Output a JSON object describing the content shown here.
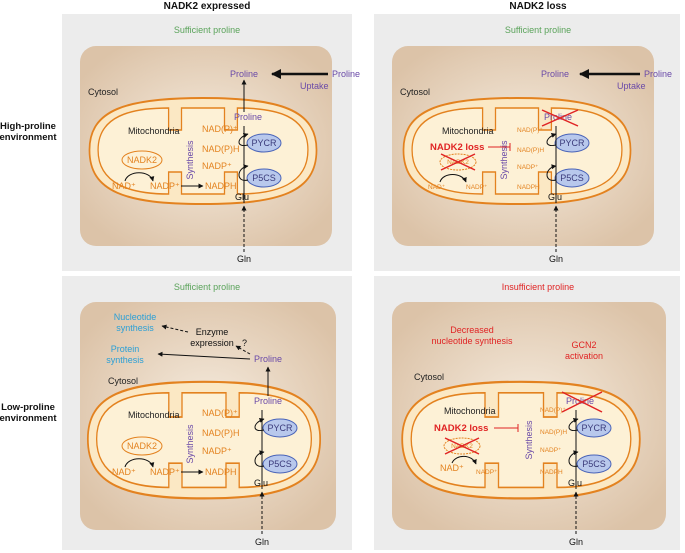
{
  "headers": {
    "left": "NADK2 expressed",
    "right": "NADK2 loss"
  },
  "rows": {
    "top": [
      "High-proline",
      "environment"
    ],
    "bottom": [
      "Low-proline",
      "environment"
    ]
  },
  "panels": {
    "p1": {
      "status": "Sufficient proline",
      "cytosol": "Cytosol",
      "mitochondria": "Mitochondria",
      "proline_out": "Proline",
      "proline_in": "Proline",
      "uptake": "Uptake",
      "proline_ext": "Proline",
      "synthesis": "Synthesis",
      "nadph_plus": "NAD(P)⁺",
      "nadph": "NAD(P)H",
      "nadp_plus": "NADP⁺",
      "nad_plus": "NAD⁺",
      "nadp_plus2": "NADP⁺",
      "nadph2": "NADPH",
      "nadk2": "NADK2",
      "pycr": "PYCR",
      "p5cs": "P5CS",
      "glu": "Glu",
      "gln": "Gln"
    },
    "p2": {
      "status": "Sufficient proline",
      "cytosol": "Cytosol",
      "mitochondria": "Mitochondria",
      "proline_out": "Proline",
      "proline_in": "Proline",
      "uptake": "Uptake",
      "proline_ext": "Proline",
      "synthesis": "Synthesis",
      "nadph_plus": "NAD(P)⁺",
      "nadph": "NAD(P)H",
      "nadp_plus": "NADP⁺",
      "nad_plus": "NAD⁺",
      "nadp_plus2": "NADP⁺",
      "nadph2": "NADPH",
      "nadk2": "NADK2",
      "loss": "NADK2 loss",
      "pycr": "PYCR",
      "p5cs": "P5CS",
      "glu": "Glu",
      "gln": "Gln"
    },
    "p3": {
      "status": "Sufficient proline",
      "cytosol": "Cytosol",
      "mitochondria": "Mitochondria",
      "nucleotide": [
        "Nucleotide",
        "synthesis"
      ],
      "protein": [
        "Protein",
        "synthesis"
      ],
      "enzyme": [
        "Enzyme",
        "expression"
      ],
      "question": "?",
      "proline_cyt": "Proline",
      "proline_in": "Proline",
      "synthesis": "Synthesis",
      "nadph_plus": "NAD(P)⁺",
      "nadph": "NAD(P)H",
      "nadp_plus": "NADP⁺",
      "nad_plus": "NAD⁺",
      "nadp_plus2": "NADP⁺",
      "nadph2": "NADPH",
      "nadk2": "NADK2",
      "pycr": "PYCR",
      "p5cs": "P5CS",
      "glu": "Glu",
      "gln": "Gln"
    },
    "p4": {
      "status": "Insufficient proline",
      "decreased": [
        "Decreased",
        "nucleotide synthesis"
      ],
      "gcn2": [
        "GCN2",
        "activation"
      ],
      "cytosol": "Cytosol",
      "mitochondria": "Mitochondria",
      "proline_in": "Proline",
      "synthesis": "Synthesis",
      "nadph_plus": "NAD(P)⁺",
      "nadph": "NAD(P)H",
      "nadp_plus": "NADP⁺",
      "nad_plus": "NAD⁺",
      "nadp_plus2": "NADP⁺",
      "nadph2": "NADPH",
      "nadk2": "NADK2",
      "loss": "NADK2 loss",
      "pycr": "PYCR",
      "p5cs": "P5CS",
      "glu": "Glu",
      "gln": "Gln"
    }
  },
  "colors": {
    "panel_bg": "#ececec",
    "cell": "#e6d2bd",
    "mito_fill": "#fdeec9",
    "mito_stroke": "#e3821f",
    "enzyme_fill": "#b8c8ec",
    "purple": "#6a4aa8",
    "green": "#5aa35a",
    "red": "#e02424",
    "blue": "#2a9fd6"
  }
}
